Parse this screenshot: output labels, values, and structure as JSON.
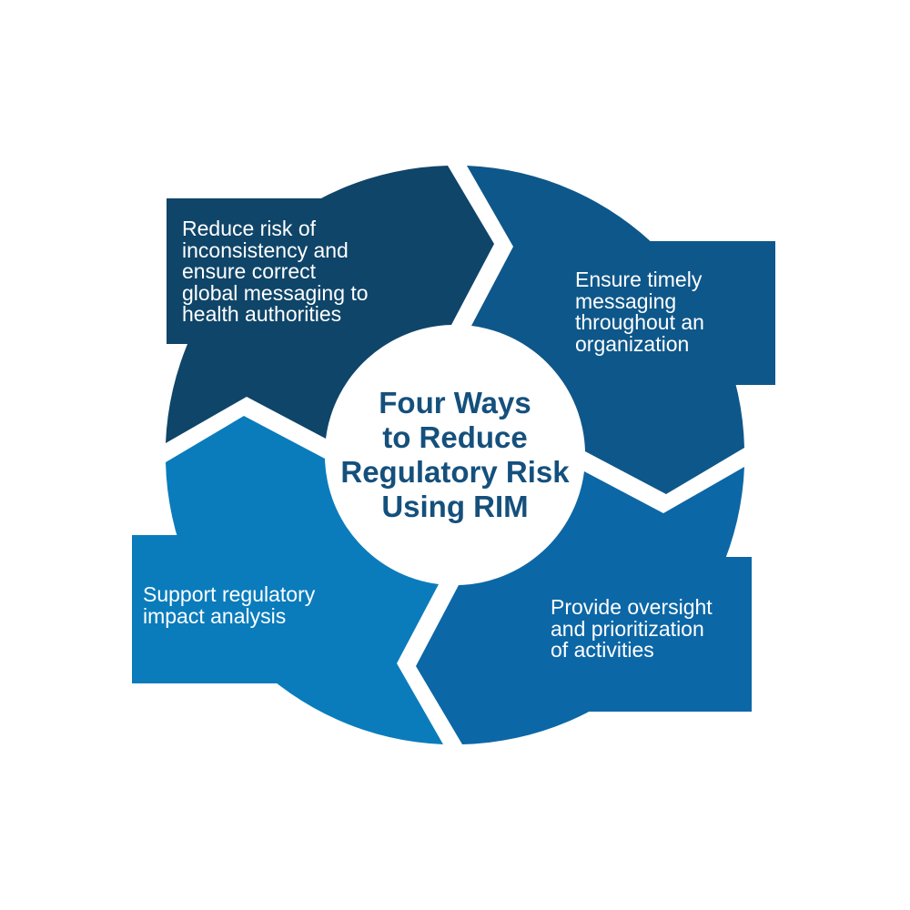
{
  "title": {
    "lines": [
      "Four Ways",
      "to Reduce",
      "Regulatory Risk",
      "Using RIM"
    ],
    "color": "#15507C"
  },
  "flow_direction": "clockwise",
  "background_color": "#FFFFFF",
  "segments": [
    {
      "id": "top-left",
      "label_lines": [
        "Reduce risk of",
        "inconsistency and",
        "ensure correct",
        "global messaging to",
        "health authorities"
      ],
      "color": "#0F4569",
      "text_color": "#FFFFFF"
    },
    {
      "id": "top-right",
      "label_lines": [
        "Ensure timely",
        "messaging",
        "throughout an",
        "organization"
      ],
      "color": "#0E578A",
      "text_color": "#FFFFFF"
    },
    {
      "id": "bottom-right",
      "label_lines": [
        "Provide oversight",
        "and prioritization",
        "of activities"
      ],
      "color": "#0C67A6",
      "text_color": "#FFFFFF"
    },
    {
      "id": "bottom-left",
      "label_lines": [
        "Support regulatory",
        "impact analysis"
      ],
      "color": "#0A7CBC",
      "text_color": "#FFFFFF"
    }
  ]
}
